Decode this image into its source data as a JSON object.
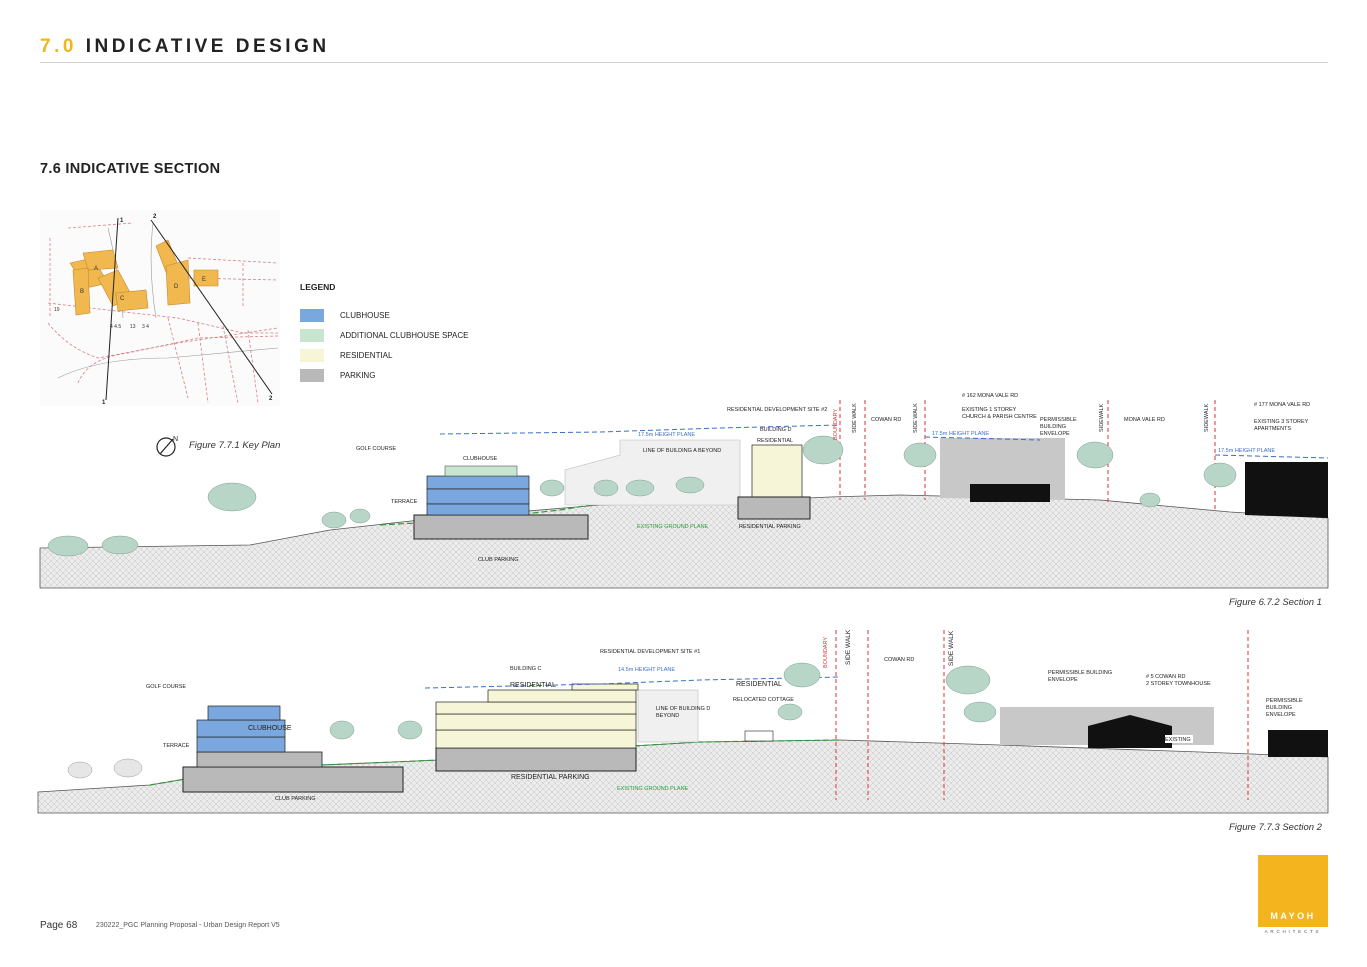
{
  "header": {
    "number": "7.0",
    "title": "INDICATIVE DESIGN"
  },
  "subheader": "7.6  INDICATIVE SECTION",
  "key_plan": {
    "caption": "Figure 7.7.1 Key Plan",
    "north": "N",
    "section_marks": [
      "1",
      "2",
      "1",
      "2"
    ],
    "block_labels": [
      "A",
      "B",
      "C",
      "D",
      "E"
    ],
    "dims": [
      "19",
      "4 4.5",
      "13",
      "3 4"
    ]
  },
  "legend": {
    "title": "LEGEND",
    "items": [
      {
        "label": "CLUBHOUSE",
        "color": "#7aa7dd"
      },
      {
        "label": "ADDITIONAL CLUBHOUSE SPACE",
        "color": "#c8e6cf"
      },
      {
        "label": "RESIDENTIAL",
        "color": "#f7f5d8"
      },
      {
        "label": "PARKING",
        "color": "#b9b9b9"
      }
    ]
  },
  "section1": {
    "caption": "Figure 6.7.2 Section 1",
    "golf_course": "GOLF COURSE",
    "terrace": "TERRACE",
    "clubhouse": "CLUBHOUSE",
    "club_parking": "CLUB PARKING",
    "existing_ground": "EXISTING GROUND PLANE",
    "line_building_a": "LINE OF BUILDING A BEYOND",
    "height_plane_a": "17.5m HEIGHT PLANE",
    "height_plane_b": "17.5m HEIGHT PLANE",
    "height_plane_c": "17.5m HEIGHT PLANE",
    "res_site": "RESIDENTIAL DEVELOPMENT SITE #2",
    "building_d": "BUILDING D",
    "residential": "RESIDENTIAL",
    "residential_parking": "RESIDENTIAL PARKING",
    "boundary": "BOUNDARY",
    "side_walk_1": "SIDE WALK",
    "cowan_rd": "COWAN RD",
    "side_walk_2": "SIDE WALK",
    "mona_162": "# 162 MONA VALE RD",
    "church": "EXISTING 1 STOREY",
    "church2": "CHURCH & PARISH CENTRE",
    "perm_env_1": "PERMISSIBLE",
    "perm_env_2": "BUILDING",
    "perm_env_3": "ENVELOPE",
    "sidewalk_3": "SIDEWALK",
    "mona_vale": "MONA VALE RD",
    "sidewalk_4": "SIDEWALK",
    "mona_177": "# 177 MONA VALE RD",
    "apts_1": "EXISTING 3 STOREY",
    "apts_2": "APARTMENTS"
  },
  "section2": {
    "caption": "Figure 7.7.3  Section 2",
    "golf_course": "GOLF COURSE",
    "terrace": "TERRACE",
    "clubhouse": "CLUBHOUSE",
    "club_parking": "CLUB PARKING",
    "res_site": "RESIDENTIAL DEVELOPMENT SITE #1",
    "building_c": "BUILDING C",
    "height_plane": "14.5m HEIGHT PLANE",
    "residential_c": "RESIDENTIAL",
    "residential_d": "RESIDENTIAL",
    "line_building_d1": "LINE OF BUILDING D",
    "line_building_d2": "BEYOND",
    "relocated": "RELOCATED COTTAGE",
    "residential_parking": "RESIDENTIAL PARKING",
    "existing_ground": "EXISTING GROUND PLANE",
    "boundary": "BOUNDARY",
    "side_walk_1": "SIDE WALK",
    "cowan_rd": "COWAN RD",
    "side_walk_2": "SIDE WALK",
    "perm_env_1": "PERMISSIBLE BUILDING",
    "perm_env_2": "ENVELOPE",
    "cowan5_1": "# 5 COWAN RD",
    "cowan5_2": "2 STOREY TOWNHOUSE",
    "existing": "EXISTING",
    "perm_env_b1": "PERMISSIBLE",
    "perm_env_b2": "BUILDING",
    "perm_env_b3": "ENVELOPE"
  },
  "footer": {
    "page": "Page 68",
    "doc": "230222_PGC Planning Proposal - Urban Design Report V5"
  },
  "logo": {
    "name": "MAYOH",
    "sub": "ARCHITECTS",
    "color": "#f4b41d"
  }
}
